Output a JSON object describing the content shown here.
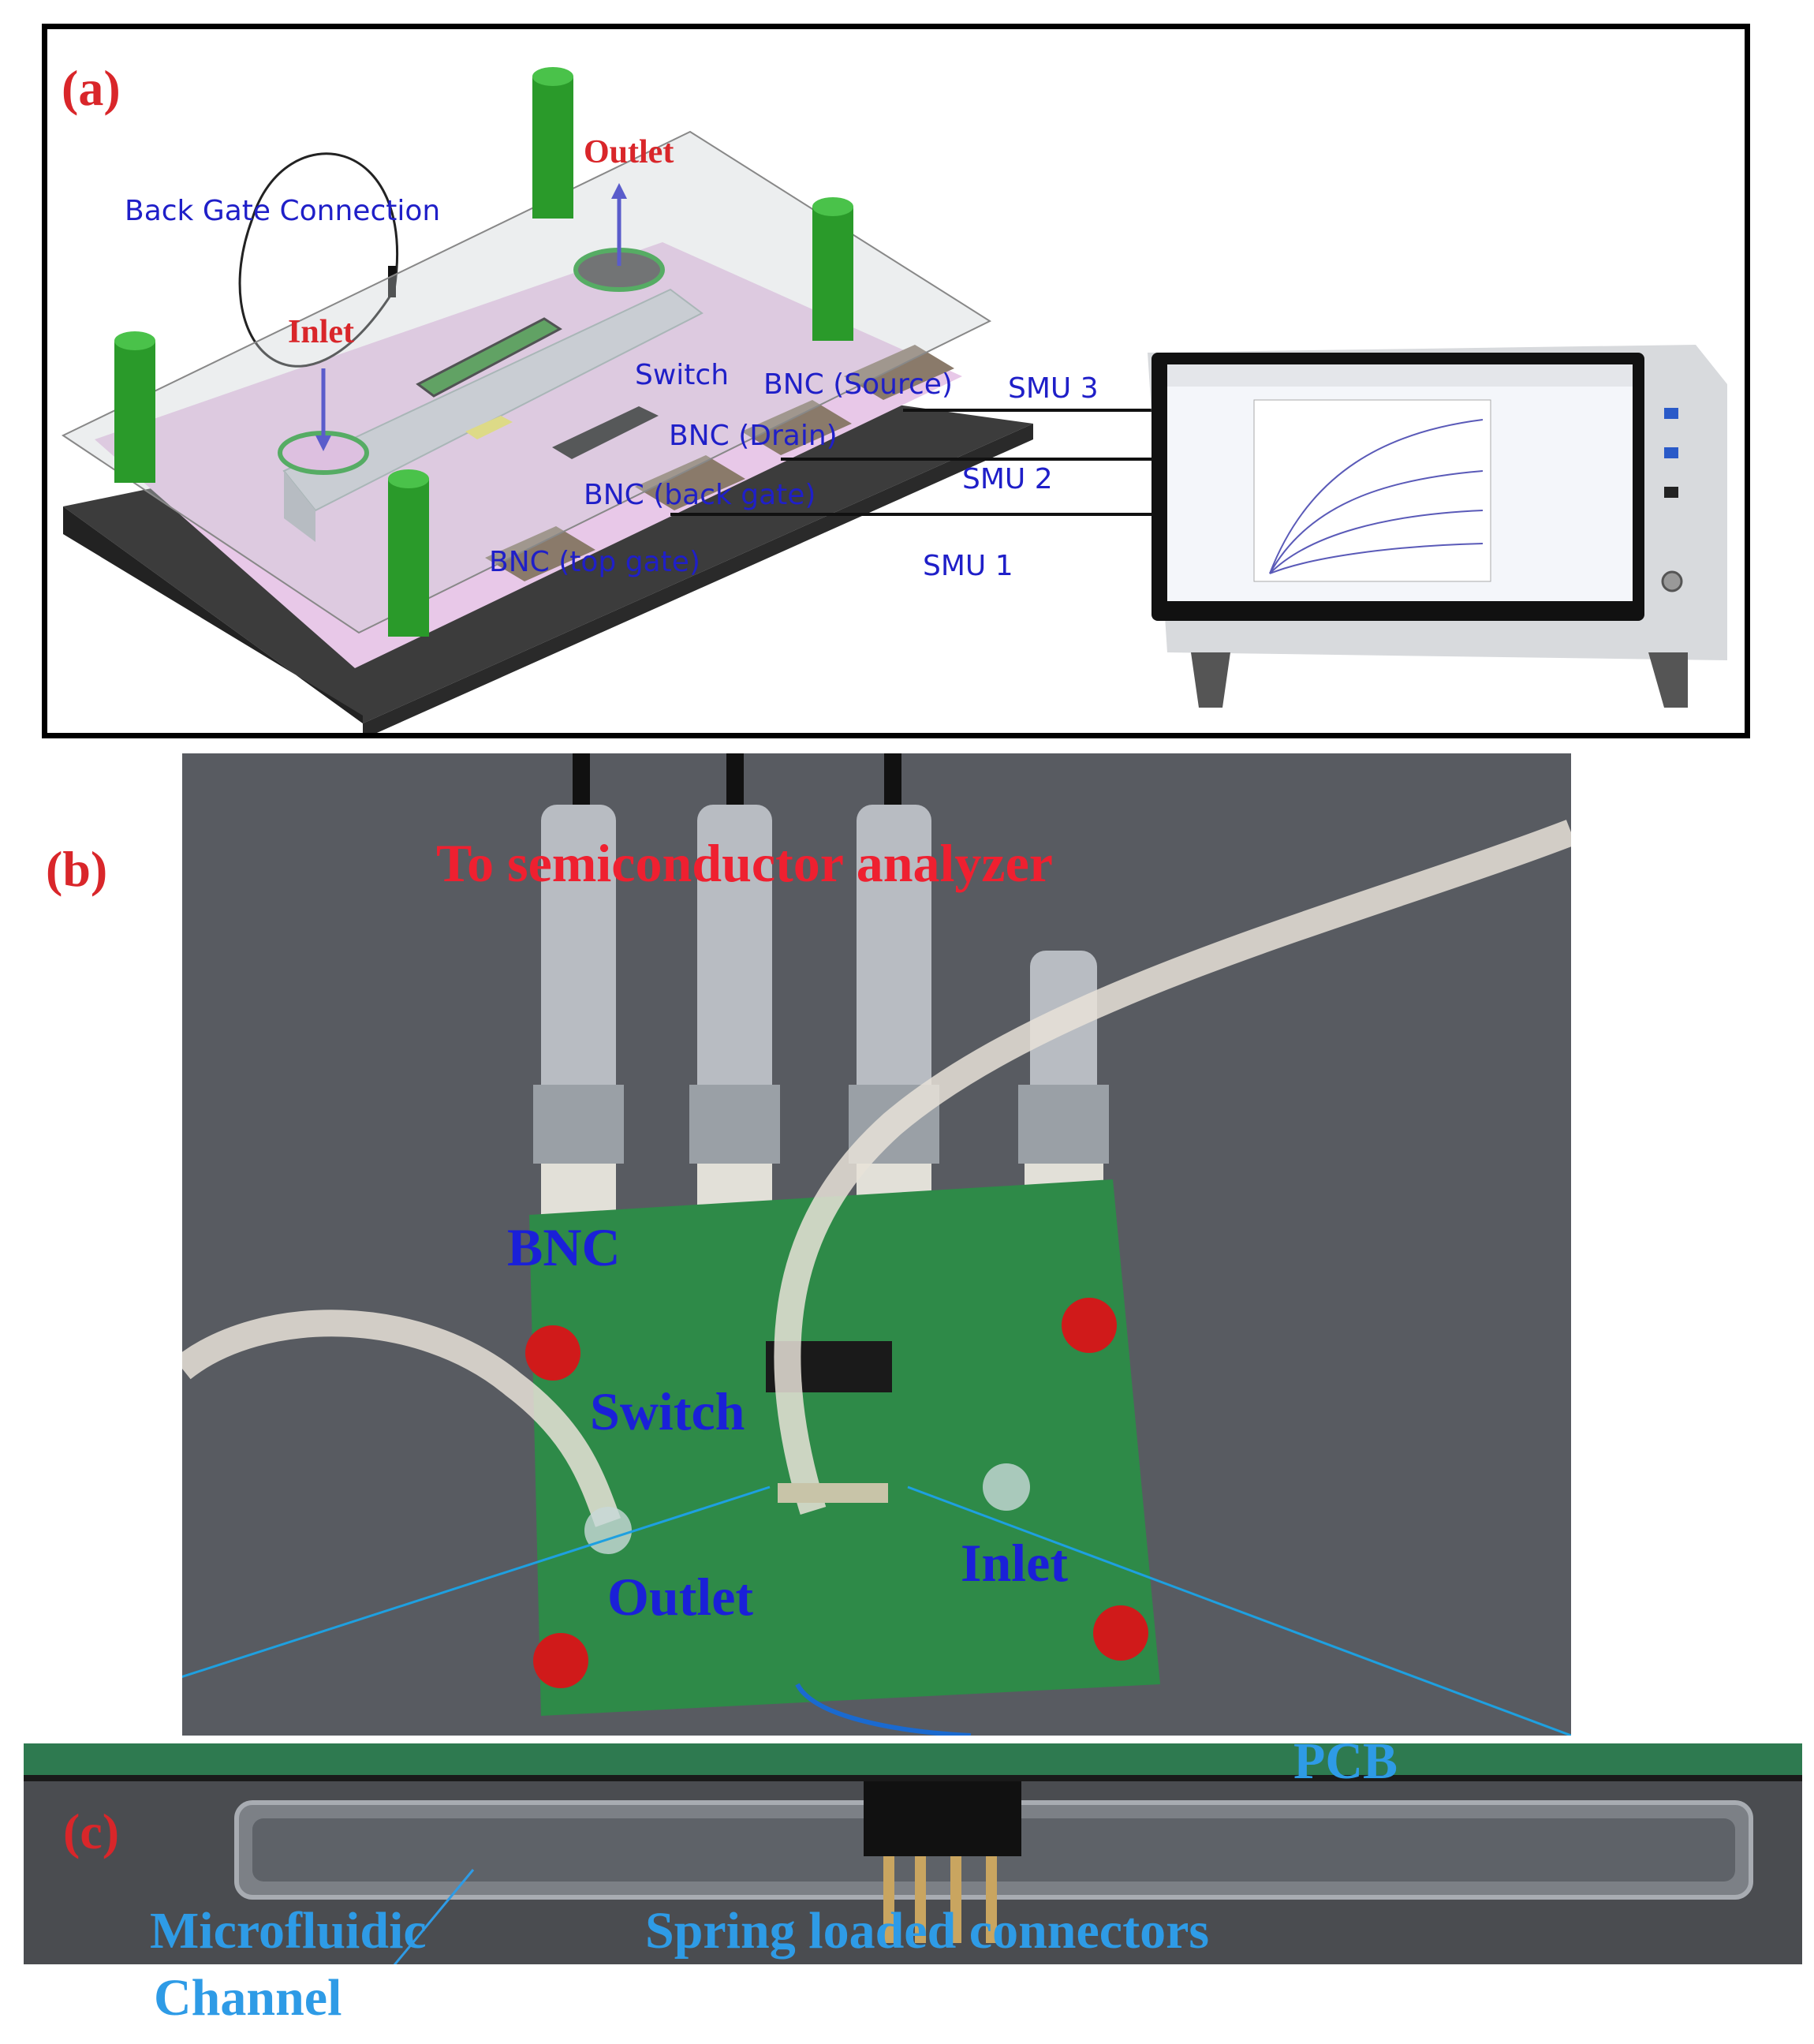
{
  "panel_a": {
    "letter": "(a)",
    "labels": {
      "back_gate_connection": "Back Gate Connection",
      "outlet": "Outlet",
      "inlet": "Inlet",
      "switch": "Switch",
      "bnc_source": "BNC (Source)",
      "bnc_drain": "BNC (Drain)",
      "bnc_back_gate": "BNC (back gate)",
      "bnc_top_gate": "BNC (top gate)",
      "smu3": "SMU 3",
      "smu2": "SMU 2",
      "smu1": "SMU 1"
    },
    "colors": {
      "label_blue": "#1f1fc8",
      "label_red": "#d9262a",
      "pillar_green": "#2a9a2a",
      "pcb_pink": "#e8c8e8"
    }
  },
  "panel_b": {
    "letter": "(b)",
    "labels": {
      "to_analyzer": "To semiconductor analyzer",
      "bnc": "BNC",
      "switch": "Switch",
      "outlet": "Outlet",
      "inlet": "Inlet"
    }
  },
  "panel_c": {
    "letter": "(c)",
    "labels": {
      "pcb": "PCB",
      "microfluidic_line1": "Microfluidic",
      "microfluidic_line2": "Channel",
      "spring_connectors": "Spring loaded connectors"
    },
    "colors": {
      "label_cyan": "#2e9be6"
    }
  }
}
